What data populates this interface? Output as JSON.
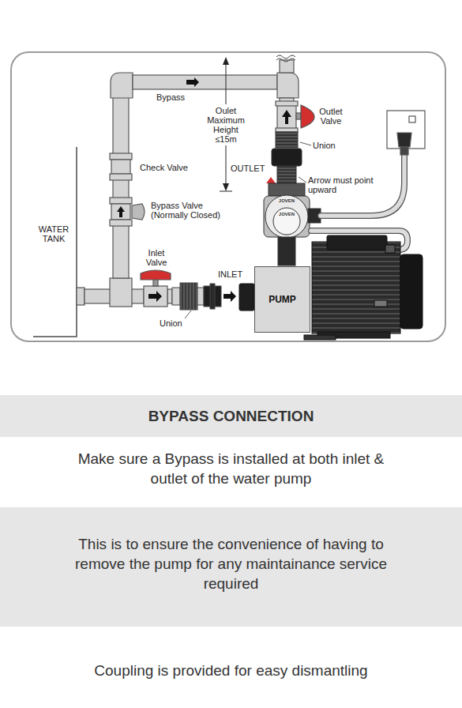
{
  "diagram": {
    "title": "BYPASS CONNECTION",
    "nodes": [
      {
        "text": [
          "PUMP"
        ]
      },
      {
        "text": [
          "This is to ensure the convenience of having to remove the pump for any maintainance service required"
        ]
      }
    ],
    "labels": [
      "Bypass",
      "Oulet Maximum Height ≤15m",
      "Outlet Valve",
      "Union",
      "OUTLET",
      "Arrow must point upward",
      "Check Valve",
      "Bypass Valve (Normally Closed)",
      "WATER TANK",
      "Inlet Valve",
      "INLET",
      "Union",
      "JOVEN",
      "JOVEN",
      "Make sure a Bypass is installed at both inlet & outlet of the water pump",
      "Coupling is provided for easy dismantling"
    ]
  }
}
